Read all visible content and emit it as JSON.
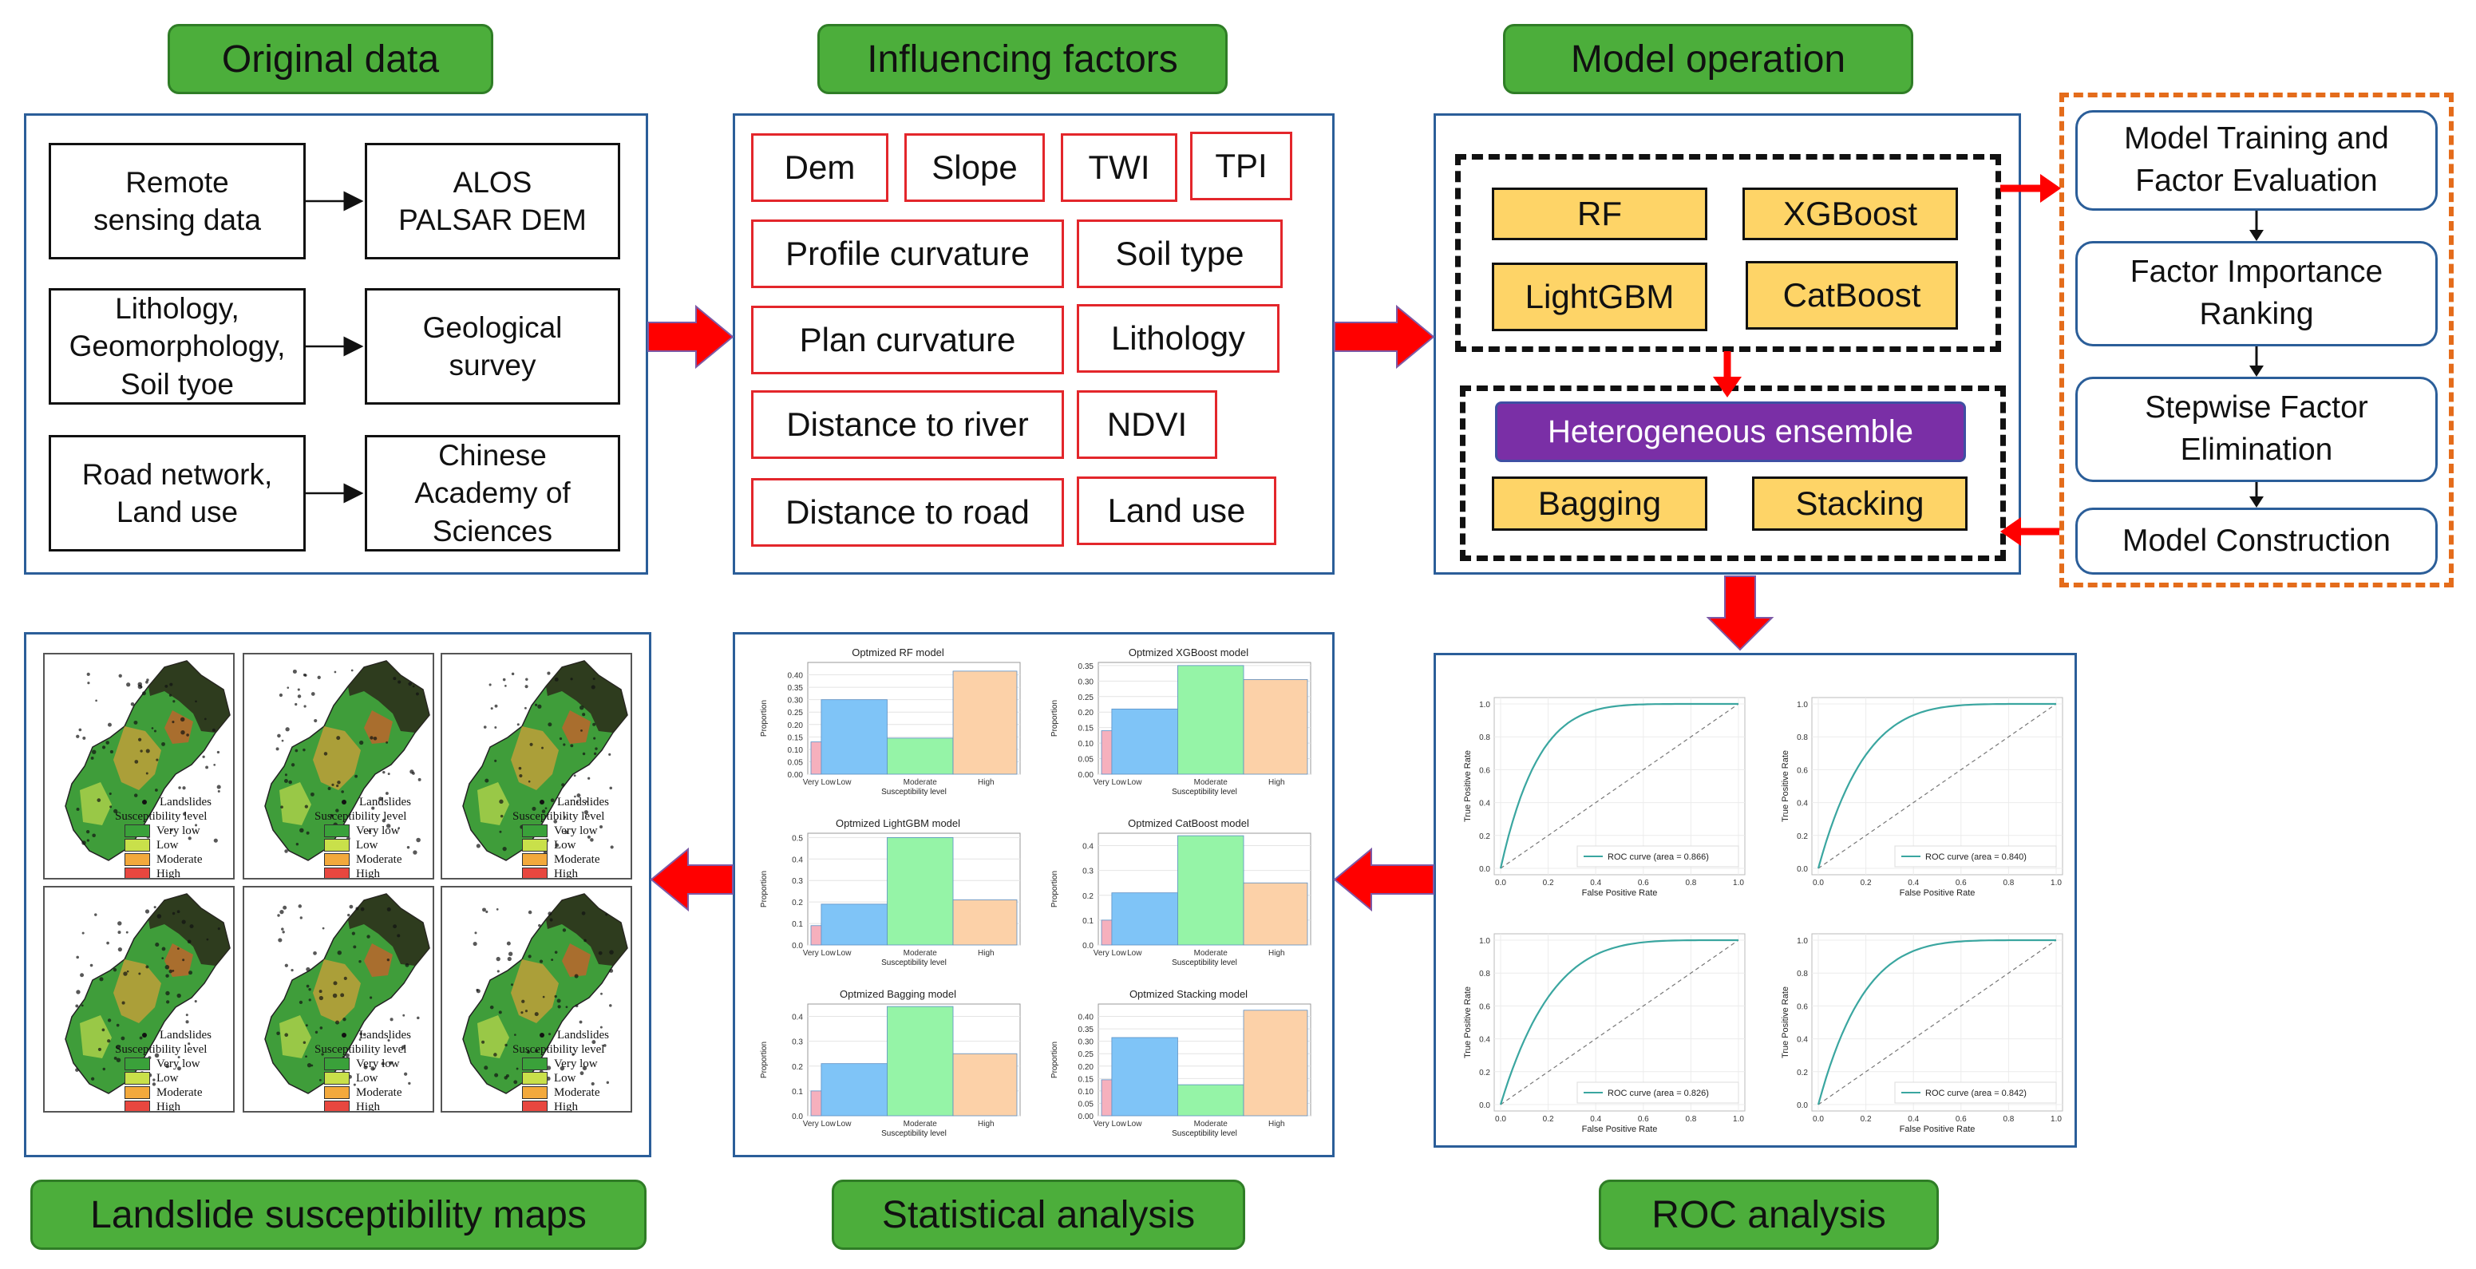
{
  "headers": {
    "original_data": "Original data",
    "influencing_factors": "Influencing factors",
    "model_operation": "Model operation",
    "maps": "Landslide susceptibility maps",
    "statistical": "Statistical analysis",
    "roc": "ROC analysis"
  },
  "original_data": {
    "sources": [
      "Remote\nsensing data",
      "Lithology,\nGeomorphology,\nSoil tyoe",
      "Road network,\nLand use"
    ],
    "targets": [
      "ALOS\nPALSAR DEM",
      "Geological\nsurvey",
      "Chinese\nAcademy of\nSciences"
    ]
  },
  "factors": [
    "Dem",
    "Slope",
    "TWI",
    "TPI",
    "Profile curvature",
    "Soil type",
    "Plan curvature",
    "Lithology",
    "Distance to river",
    "NDVI",
    "Distance to road",
    "Land use"
  ],
  "models": {
    "base": [
      "RF",
      "XGBoost",
      "LightGBM",
      "CatBoost"
    ],
    "ensemble_title": "Heterogeneous ensemble",
    "ensemble": [
      "Bagging",
      "Stacking"
    ]
  },
  "steps": [
    "Model Training and\nFactor Evaluation",
    "Factor Importance\nRanking",
    "Stepwise Factor\nElimination",
    "Model Construction"
  ],
  "map_legend": {
    "landslides": "Landslides",
    "title": "Susceptibility level",
    "levels": [
      "Very low",
      "Low",
      "Moderate",
      "High"
    ],
    "colors": [
      "#3aa13a",
      "#c9e04a",
      "#f3a93c",
      "#e8473f"
    ]
  },
  "colors": {
    "header_green": "#4cae3b",
    "panel_blue": "#2b5e99",
    "factor_red": "#e3262b",
    "model_yellow": "#fed467",
    "ensemble_purple": "#7a2fa6",
    "step_dash_orange": "#e46c1b",
    "arrow_red": "#ff0000",
    "roc_teal": "#3aa6a0"
  },
  "chart_data": [
    {
      "type": "bar",
      "title": "Optmized RF model",
      "categories": [
        "Very Low",
        "Low",
        "Moderate",
        "High"
      ],
      "values": [
        0.13,
        0.3,
        0.145,
        0.415
      ],
      "colors": [
        "#f6b0bd",
        "#7fc4f7",
        "#95f4a7",
        "#fcd1a8"
      ],
      "xlabel": "Susceptibility level",
      "ylabel": "Proportion",
      "ylim": [
        0,
        0.45
      ],
      "yticks": [
        0,
        0.05,
        0.1,
        0.15,
        0.2,
        0.25,
        0.3,
        0.35,
        0.4
      ],
      "ytick_labels": [
        "0.00",
        "0.05",
        "0.10",
        "0.15",
        "0.20",
        "0.25",
        "0.30",
        "0.35",
        "0.40"
      ]
    },
    {
      "type": "bar",
      "title": "Optmized XGBoost model",
      "categories": [
        "Very Low",
        "Low",
        "Moderate",
        "High"
      ],
      "values": [
        0.14,
        0.21,
        0.35,
        0.305
      ],
      "colors": [
        "#f6b0bd",
        "#7fc4f7",
        "#95f4a7",
        "#fcd1a8"
      ],
      "xlabel": "Susceptibility level",
      "ylabel": "Proportion",
      "ylim": [
        0,
        0.36
      ],
      "yticks": [
        0,
        0.05,
        0.1,
        0.15,
        0.2,
        0.25,
        0.3,
        0.35
      ],
      "ytick_labels": [
        "0.00",
        "0.05",
        "0.10",
        "0.15",
        "0.20",
        "0.25",
        "0.30",
        "0.35"
      ]
    },
    {
      "type": "bar",
      "title": "Optmized LightGBM model",
      "categories": [
        "Very Low",
        "Low",
        "Moderate",
        "High"
      ],
      "values": [
        0.09,
        0.19,
        0.5,
        0.21
      ],
      "colors": [
        "#f6b0bd",
        "#7fc4f7",
        "#95f4a7",
        "#fcd1a8"
      ],
      "xlabel": "Susceptibility level",
      "ylabel": "Proportion",
      "ylim": [
        0,
        0.52
      ],
      "yticks": [
        0,
        0.1,
        0.2,
        0.3,
        0.4,
        0.5
      ],
      "ytick_labels": [
        "0.0",
        "0.1",
        "0.2",
        "0.3",
        "0.4",
        "0.5"
      ]
    },
    {
      "type": "bar",
      "title": "Optmized CatBoost model",
      "categories": [
        "Very Low",
        "Low",
        "Moderate",
        "High"
      ],
      "values": [
        0.1,
        0.21,
        0.44,
        0.25
      ],
      "colors": [
        "#f6b0bd",
        "#7fc4f7",
        "#95f4a7",
        "#fcd1a8"
      ],
      "xlabel": "Susceptibility level",
      "ylabel": "Proportion",
      "ylim": [
        0,
        0.45
      ],
      "yticks": [
        0,
        0.1,
        0.2,
        0.3,
        0.4
      ],
      "ytick_labels": [
        "0.0",
        "0.1",
        "0.2",
        "0.3",
        "0.4"
      ]
    },
    {
      "type": "bar",
      "title": "Optmized Bagging model",
      "categories": [
        "Very Low",
        "Low",
        "Moderate",
        "High"
      ],
      "values": [
        0.1,
        0.21,
        0.44,
        0.25
      ],
      "colors": [
        "#f6b0bd",
        "#7fc4f7",
        "#95f4a7",
        "#fcd1a8"
      ],
      "xlabel": "Susceptibility level",
      "ylabel": "Proportion",
      "ylim": [
        0,
        0.45
      ],
      "yticks": [
        0,
        0.1,
        0.2,
        0.3,
        0.4
      ],
      "ytick_labels": [
        "0.0",
        "0.1",
        "0.2",
        "0.3",
        "0.4"
      ]
    },
    {
      "type": "bar",
      "title": "Optmized Stacking model",
      "categories": [
        "Very Low",
        "Low",
        "Moderate",
        "High"
      ],
      "values": [
        0.145,
        0.315,
        0.125,
        0.425
      ],
      "colors": [
        "#f6b0bd",
        "#7fc4f7",
        "#95f4a7",
        "#fcd1a8"
      ],
      "xlabel": "Susceptibility level",
      "ylabel": "Proportion",
      "ylim": [
        0,
        0.45
      ],
      "yticks": [
        0,
        0.05,
        0.1,
        0.15,
        0.2,
        0.25,
        0.3,
        0.35,
        0.4
      ],
      "ytick_labels": [
        "0.00",
        "0.05",
        "0.10",
        "0.15",
        "0.20",
        "0.25",
        "0.30",
        "0.35",
        "0.40"
      ]
    },
    {
      "type": "line",
      "legend": "ROC curve (area = 0.866)",
      "auc": 0.866,
      "xlabel": "False Positive Rate",
      "ylabel": "True Positive Rate",
      "xlim": [
        0,
        1
      ],
      "ylim": [
        0,
        1
      ],
      "ticks": [
        0,
        0.2,
        0.4,
        0.6,
        0.8,
        1
      ],
      "tick_labels": [
        "0.0",
        "0.2",
        "0.4",
        "0.6",
        "0.8",
        "1.0"
      ]
    },
    {
      "type": "line",
      "legend": "ROC curve (area = 0.840)",
      "auc": 0.84,
      "xlabel": "False Positive Rate",
      "ylabel": "True Positive Rate",
      "xlim": [
        0,
        1
      ],
      "ylim": [
        0,
        1
      ],
      "ticks": [
        0,
        0.2,
        0.4,
        0.6,
        0.8,
        1
      ],
      "tick_labels": [
        "0.0",
        "0.2",
        "0.4",
        "0.6",
        "0.8",
        "1.0"
      ]
    },
    {
      "type": "line",
      "legend": "ROC curve (area = 0.826)",
      "auc": 0.826,
      "xlabel": "False Positive Rate",
      "ylabel": "True Positive Rate",
      "xlim": [
        0,
        1
      ],
      "ylim": [
        0,
        1
      ],
      "ticks": [
        0,
        0.2,
        0.4,
        0.6,
        0.8,
        1
      ],
      "tick_labels": [
        "0.0",
        "0.2",
        "0.4",
        "0.6",
        "0.8",
        "1.0"
      ]
    },
    {
      "type": "line",
      "legend": "ROC curve (area = 0.842)",
      "auc": 0.842,
      "xlabel": "False Positive Rate",
      "ylabel": "True Positive Rate",
      "xlim": [
        0,
        1
      ],
      "ylim": [
        0,
        1
      ],
      "ticks": [
        0,
        0.2,
        0.4,
        0.6,
        0.8,
        1
      ],
      "tick_labels": [
        "0.0",
        "0.2",
        "0.4",
        "0.6",
        "0.8",
        "1.0"
      ]
    }
  ]
}
